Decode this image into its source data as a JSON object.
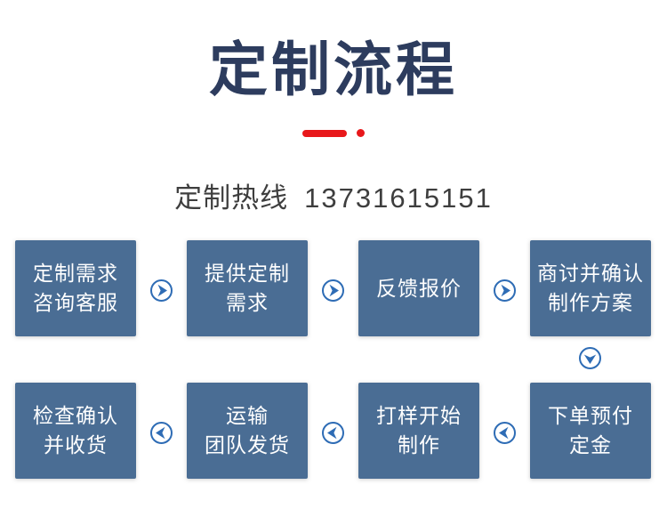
{
  "header": {
    "title": "定制流程",
    "title_color": "#2d3c5e",
    "divider_color": "#e8181b",
    "hotline_label": "定制热线",
    "hotline_number": "13731615151"
  },
  "flow": {
    "box_color": "#4a6d94",
    "box_text_color": "#ffffff",
    "arrow_color": "#2e6cb5",
    "row1": [
      {
        "line1": "定制需求",
        "line2": "咨询客服"
      },
      {
        "line1": "提供定制",
        "line2": "需求"
      },
      {
        "line1": "反馈报价",
        "line2": ""
      },
      {
        "line1": "商讨并确认",
        "line2": "制作方案"
      }
    ],
    "row2": [
      {
        "line1": "检查确认",
        "line2": "并收货"
      },
      {
        "line1": "运输",
        "line2": "团队发货"
      },
      {
        "line1": "打样开始",
        "line2": "制作"
      },
      {
        "line1": "下单预付",
        "line2": "定金"
      }
    ]
  }
}
